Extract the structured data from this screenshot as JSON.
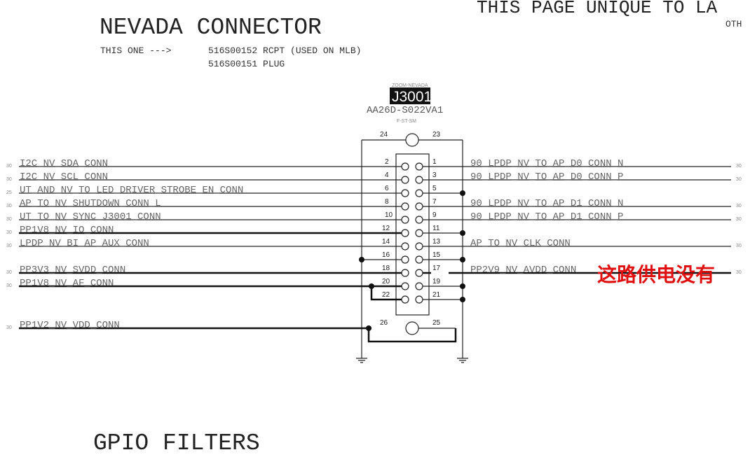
{
  "page": {
    "title": "NEVADA CONNECTOR",
    "top_banner": "THIS PAGE UNIQUE TO LA",
    "top_banner_sub": "OTH",
    "this_one": "THIS ONE --->",
    "part_rcpt": "516S00152 RCPT (USED ON MLB)",
    "part_plug": "516S00151 PLUG",
    "section2_title": "GPIO FILTERS"
  },
  "connector": {
    "ref_small": "ZOOM-NEVADA",
    "refdes": "J3001",
    "part": "AA26D-S022VA1",
    "footprint": "F-ST-SM",
    "shield_pins": [
      "24",
      "23",
      "26",
      "25"
    ]
  },
  "left_nets": [
    {
      "pin": "2",
      "name": "I2C_NV_SDA_CONN",
      "num": "30"
    },
    {
      "pin": "4",
      "name": "I2C_NV_SCL_CONN",
      "num": "30"
    },
    {
      "pin": "6",
      "name": "UT_AND_NV_TO_LED_DRIVER_STROBE_EN_CONN",
      "num": "25"
    },
    {
      "pin": "8",
      "name": "AP_TO_NV_SHUTDOWN_CONN_L",
      "num": "30"
    },
    {
      "pin": "10",
      "name": "UT_TO_NV_SYNC_J3001_CONN",
      "num": "30"
    },
    {
      "pin": "12",
      "name": "PP1V8_NV_IO_CONN",
      "num": "30"
    },
    {
      "pin": "14",
      "name": "LPDP_NV_BI_AP_AUX_CONN",
      "num": "30"
    },
    {
      "pin": "16",
      "name": "",
      "num": ""
    },
    {
      "pin": "18",
      "name": "PP3V3_NV_SVDD_CONN",
      "num": "30"
    },
    {
      "pin": "20",
      "name": "PP1V8_NV_AF_CONN",
      "num": "30"
    },
    {
      "pin": "22",
      "name": "",
      "num": ""
    },
    {
      "pin": "26",
      "name": "PP1V2_NV_VDD_CONN",
      "num": "30"
    }
  ],
  "right_nets": [
    {
      "pin": "1",
      "name": "90_LPDP_NV_TO_AP_D0_CONN_N",
      "num": "30"
    },
    {
      "pin": "3",
      "name": "90_LPDP_NV_TO_AP_D0_CONN_P",
      "num": "30"
    },
    {
      "pin": "5",
      "name": "",
      "num": ""
    },
    {
      "pin": "7",
      "name": "90_LPDP_NV_TO_AP_D1_CONN_N",
      "num": "30"
    },
    {
      "pin": "9",
      "name": "90_LPDP_NV_TO_AP_D1_CONN_P",
      "num": "30"
    },
    {
      "pin": "11",
      "name": "",
      "num": ""
    },
    {
      "pin": "13",
      "name": "AP_TO_NV_CLK_CONN",
      "num": "30"
    },
    {
      "pin": "15",
      "name": "",
      "num": ""
    },
    {
      "pin": "17",
      "name": "PP2V9_NV_AVDD_CONN",
      "num": "30"
    },
    {
      "pin": "19",
      "name": "",
      "num": ""
    },
    {
      "pin": "21",
      "name": "",
      "num": ""
    }
  ],
  "annotation": {
    "text": "这路供电没有",
    "color": "#e01010"
  }
}
